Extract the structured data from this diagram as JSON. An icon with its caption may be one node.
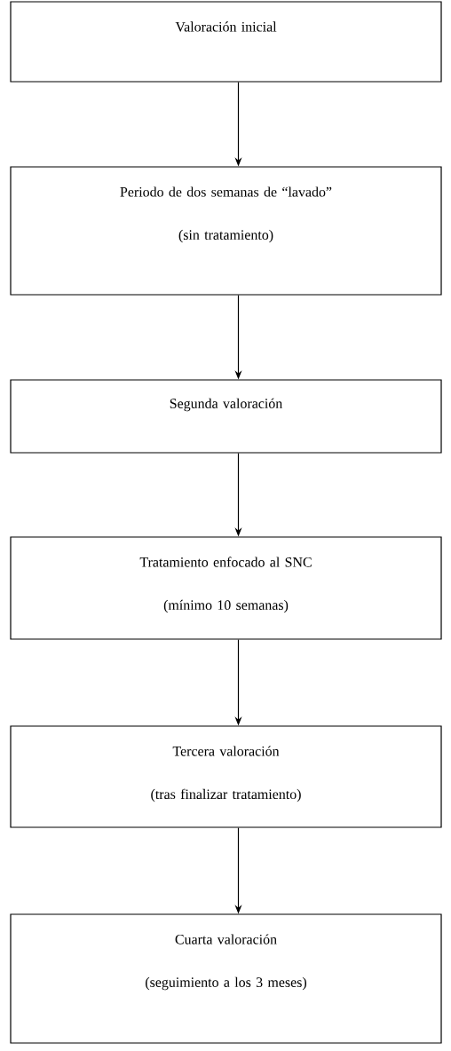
{
  "diagram": {
    "nodes": [
      {
        "text": [
          "Valoración inicial"
        ]
      },
      {
        "text": [
          "Periodo de dos semanas de “lavado”",
          "(sin tratamiento)"
        ]
      },
      {
        "text": [
          "Segunda valoración"
        ]
      },
      {
        "text": [
          "Tratamiento enfocado al SNC",
          "(mínimo 10 semanas)"
        ]
      },
      {
        "text": [
          "Tercera valoración",
          "(tras finalizar tratamiento)"
        ]
      },
      {
        "text": [
          "Cuarta valoración",
          "(seguimiento a los 3 meses)"
        ]
      }
    ],
    "edges": [
      {
        "from": 0,
        "to": 1,
        "arrow": "to"
      },
      {
        "from": 1,
        "to": 2,
        "arrow": "to"
      },
      {
        "from": 2,
        "to": 3,
        "arrow": "to"
      },
      {
        "from": 3,
        "to": 4,
        "arrow": "to"
      },
      {
        "from": 4,
        "to": 5,
        "arrow": "to"
      }
    ]
  }
}
